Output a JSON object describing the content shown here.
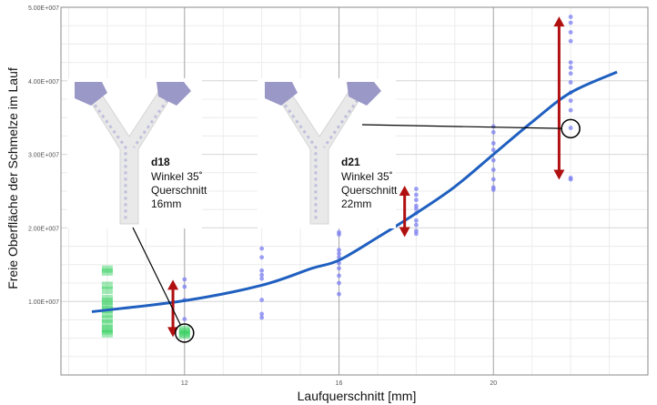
{
  "chart_data": {
    "type": "scatter",
    "xlabel": "Laufquerschnitt  [mm]",
    "ylabel": "Freie Oberfläche der Schmelze im Lauf",
    "xlim": [
      8.8,
      24.0
    ],
    "ylim": [
      0,
      50000000
    ],
    "grid": true,
    "x_ticks": [
      {
        "value": 12,
        "label": "12"
      },
      {
        "value": 16,
        "label": "16"
      },
      {
        "value": 20,
        "label": "20"
      }
    ],
    "y_ticks": [
      {
        "value": 10000000,
        "label": "1.00E+007"
      },
      {
        "value": 20000000,
        "label": "2.00E+007"
      },
      {
        "value": 30000000,
        "label": "3.00E+007"
      },
      {
        "value": 40000000,
        "label": "4.00E+007"
      },
      {
        "value": 50000000,
        "label": "5.00E+007"
      }
    ],
    "series": [
      {
        "color": "#7b7ff0",
        "points": [
          [
            12,
            13000000
          ],
          [
            12,
            12000000
          ],
          [
            12,
            10200000
          ],
          [
            12,
            7600000
          ],
          [
            14,
            17200000
          ],
          [
            14,
            16000000
          ],
          [
            14,
            14200000
          ],
          [
            14,
            13600000
          ],
          [
            14,
            13100000
          ],
          [
            14,
            10200000
          ],
          [
            14,
            8300000
          ],
          [
            14,
            7800000
          ],
          [
            16,
            19400000
          ],
          [
            16,
            19100000
          ],
          [
            16,
            17000000
          ],
          [
            16,
            16500000
          ],
          [
            16,
            16000000
          ],
          [
            16,
            15200000
          ],
          [
            16,
            14500000
          ],
          [
            16,
            13500000
          ],
          [
            16,
            12500000
          ],
          [
            16,
            11000000
          ],
          [
            18,
            25300000
          ],
          [
            18,
            24500000
          ],
          [
            18,
            23800000
          ],
          [
            18,
            23000000
          ],
          [
            18,
            22600000
          ],
          [
            18,
            22000000
          ],
          [
            18,
            21000000
          ],
          [
            18,
            20400000
          ],
          [
            18,
            19600000
          ],
          [
            18,
            19200000
          ],
          [
            20,
            33800000
          ],
          [
            20,
            33000000
          ],
          [
            20,
            31500000
          ],
          [
            20,
            30600000
          ],
          [
            20,
            29200000
          ],
          [
            20,
            27900000
          ],
          [
            20,
            26600000
          ],
          [
            20,
            25500000
          ],
          [
            20,
            25200000
          ],
          [
            22,
            48700000
          ],
          [
            22,
            47900000
          ],
          [
            22,
            46600000
          ],
          [
            22,
            45400000
          ],
          [
            22,
            42500000
          ],
          [
            22,
            41800000
          ],
          [
            22,
            41000000
          ],
          [
            22,
            39800000
          ],
          [
            22,
            38400000
          ],
          [
            22,
            37300000
          ],
          [
            22,
            36000000
          ],
          [
            22,
            33600000
          ],
          [
            22,
            26800000
          ],
          [
            22,
            26600000
          ]
        ]
      },
      {
        "color": "#2fcf5a",
        "points": [
          [
            10,
            14400000
          ],
          [
            10,
            14000000
          ],
          [
            10,
            12200000
          ],
          [
            10,
            11500000
          ],
          [
            10,
            10400000
          ],
          [
            10,
            10000000
          ],
          [
            10,
            9400000
          ],
          [
            10,
            8900000
          ],
          [
            10,
            8300000
          ],
          [
            10,
            7600000
          ],
          [
            10,
            7000000
          ],
          [
            10,
            6300000
          ],
          [
            10,
            6000000
          ],
          [
            10,
            5600000
          ],
          [
            12,
            6200000
          ],
          [
            12,
            5900000
          ],
          [
            12,
            5600000
          ],
          [
            12,
            5400000
          ]
        ]
      }
    ],
    "trend_line": {
      "color": "#1f5fbf",
      "points": [
        [
          9.6,
          8600000
        ],
        [
          12,
          10100000
        ],
        [
          14,
          12200000
        ],
        [
          15.3,
          14500000
        ],
        [
          16,
          15600000
        ],
        [
          17,
          18700000
        ],
        [
          18,
          22000000
        ],
        [
          19,
          25600000
        ],
        [
          20,
          30000000
        ],
        [
          21,
          34400000
        ],
        [
          22,
          38400000
        ],
        [
          23.2,
          41200000
        ]
      ]
    },
    "range_arrows": [
      {
        "x": 11.7,
        "y_low": 5400000,
        "y_high": 12700000
      },
      {
        "x": 17.7,
        "y_low": 19000000,
        "y_high": 25500000
      },
      {
        "x": 21.7,
        "y_low": 26800000,
        "y_high": 48500000
      }
    ],
    "highlights": [
      {
        "x": 12,
        "y": 5700000
      },
      {
        "x": 22,
        "y": 33500000
      }
    ],
    "annotations": [
      {
        "name": "d18",
        "lines": [
          "Winkel 35˚",
          "Querschnitt",
          "16mm"
        ],
        "target": 0
      },
      {
        "name": "d21",
        "lines": [
          "Winkel 35˚",
          "Querschnitt",
          "22mm"
        ],
        "target": 1
      }
    ],
    "colors": {
      "arrow": "#b01010",
      "frame": "#8a8a8a",
      "grid": "#dadada",
      "part": "#bfbfdc",
      "part_dark": "#9a98c6"
    }
  }
}
